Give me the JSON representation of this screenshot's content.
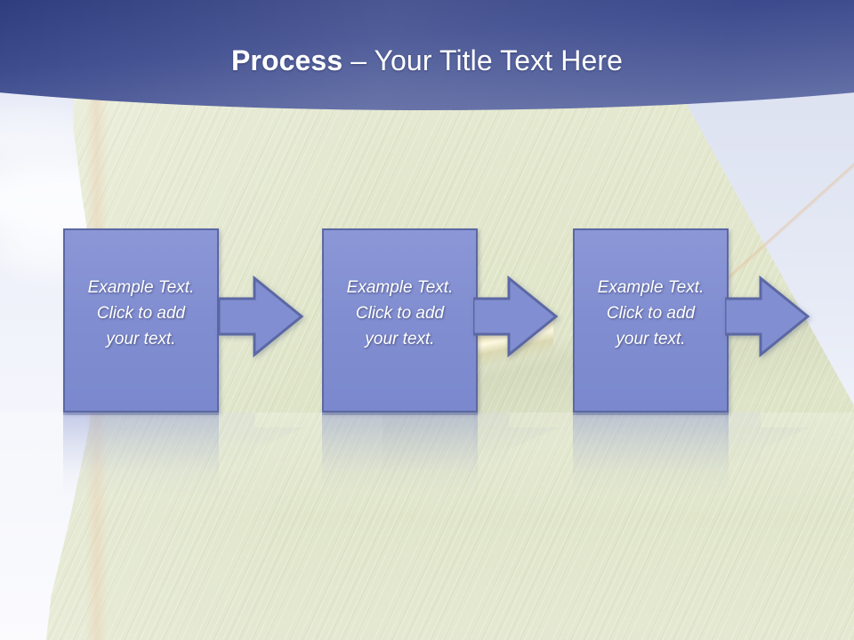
{
  "slide": {
    "title": {
      "bold_part": "Process",
      "rest_part": " – Your Title Text Here"
    },
    "theme": {
      "header_color": "#3d4b8e",
      "shape_fill": "#818ed1",
      "shape_border": "#5b68a3",
      "leaf_background": "#e1e6cb",
      "title_color": "#ffffff",
      "shape_text_color": "#ffffff"
    },
    "steps": [
      {
        "id": "step-1",
        "text": "Example Text.\nClick  to add\nyour text.",
        "arrow": "right-arrow"
      },
      {
        "id": "step-2",
        "text": "Example Text.\nClick  to add\nyour text.",
        "arrow": "right-arrow"
      },
      {
        "id": "step-3",
        "text": "Example Text.\nClick  to add\nyour text.",
        "arrow": "right-arrow"
      }
    ]
  }
}
